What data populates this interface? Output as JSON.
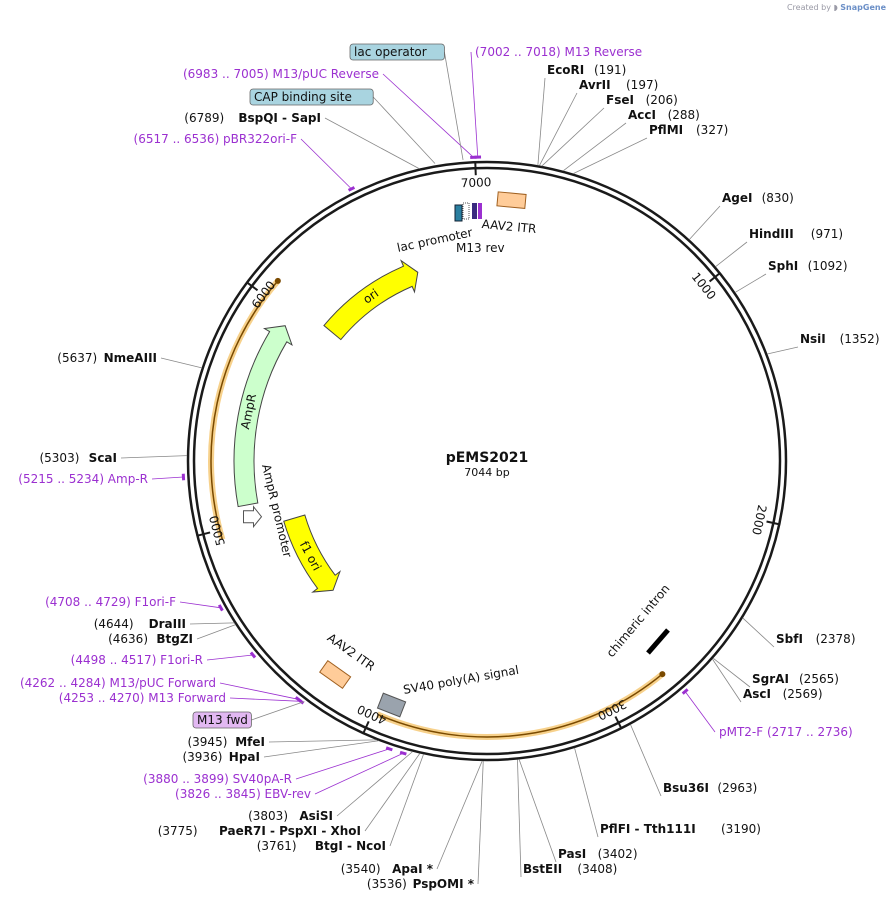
{
  "watermark": {
    "prefix": "Created by",
    "brand": "SnapGene"
  },
  "plasmid": {
    "name": "pEMS2021",
    "length_label": "7044 bp",
    "length": 7044
  },
  "colors": {
    "backbone": "#1a1a1a",
    "primer": "#9b30d0",
    "ori": "#ffff00",
    "ampr": "#ccffcc",
    "itr": "#ffcc99",
    "lac": "#2a7fa0",
    "polyA": "#9aa3ad",
    "orange_band": "#f2b33d"
  },
  "ticks": [
    {
      "pos": 1000,
      "label": "1000"
    },
    {
      "pos": 2000,
      "label": "2000"
    },
    {
      "pos": 3000,
      "label": "3000"
    },
    {
      "pos": 4000,
      "label": "4000"
    },
    {
      "pos": 5000,
      "label": "5000"
    },
    {
      "pos": 6000,
      "label": "6000"
    },
    {
      "pos": 7000,
      "label": "7000"
    }
  ],
  "features": [
    {
      "name": "ori",
      "label": "ori",
      "start": 6060,
      "end": 6650,
      "type": "ori",
      "strand": 1
    },
    {
      "name": "AmpR",
      "label": "AmpR",
      "start": 5080,
      "end": 5945,
      "type": "ampr",
      "strand": 1
    },
    {
      "name": "AmpR promoter",
      "label": "AmpR promoter",
      "start": 4970,
      "end": 5075,
      "type": "promoter",
      "strand": 1
    },
    {
      "name": "f1 ori",
      "label": "f1 ori",
      "start": 4500,
      "end": 4960,
      "type": "ori",
      "strand": -1
    },
    {
      "name": "AAV2 ITR",
      "label": "AAV2 ITR",
      "start": 40,
      "end": 170,
      "type": "itr",
      "strand": 0
    },
    {
      "name": "AAV2 ITR",
      "label": "AAV2 ITR",
      "start": 4150,
      "end": 4280,
      "type": "itr",
      "strand": 0
    },
    {
      "name": "SV40 poly(A) signal",
      "label": "SV40 poly(A) signal",
      "start": 3880,
      "end": 4000,
      "type": "polyA",
      "strand": 0
    },
    {
      "name": "chimeric intron",
      "label": "chimeric intron",
      "start": 2560,
      "end": 2690,
      "type": "intron",
      "strand": 0
    },
    {
      "name": "lac promoter",
      "label": "lac promoter",
      "start": 6890,
      "end": 6920,
      "type": "lac",
      "strand": 0
    },
    {
      "name": "M13 rev",
      "label": "M13 rev",
      "start": 6985,
      "end": 7010,
      "type": "lac2",
      "strand": 0
    }
  ],
  "orange_bands": [
    {
      "start": 2750,
      "end": 3980,
      "strand": -1
    },
    {
      "start": 4960,
      "end": 6080,
      "strand": 1
    }
  ],
  "sites": [
    {
      "name": "EcoRI",
      "pos_label": "(191)",
      "pos": 191,
      "side": "right"
    },
    {
      "name": "AvrII",
      "pos_label": "(197)",
      "pos": 197,
      "side": "right"
    },
    {
      "name": "FseI",
      "pos_label": "(206)",
      "pos": 206,
      "side": "right"
    },
    {
      "name": "AccI",
      "pos_label": "(288)",
      "pos": 288,
      "side": "right"
    },
    {
      "name": "PflMI",
      "pos_label": "(327)",
      "pos": 327,
      "side": "right"
    },
    {
      "name": "AgeI",
      "pos_label": "(830)",
      "pos": 830,
      "side": "right"
    },
    {
      "name": "HindIII",
      "pos_label": "(971)",
      "pos": 971,
      "side": "right"
    },
    {
      "name": "SphI",
      "pos_label": "(1092)",
      "pos": 1092,
      "side": "right"
    },
    {
      "name": "NsiI",
      "pos_label": "(1352)",
      "pos": 1352,
      "side": "right"
    },
    {
      "name": "SbfI",
      "pos_label": "(2378)",
      "pos": 2378,
      "side": "right"
    },
    {
      "name": "SgrAI",
      "pos_label": "(2565)",
      "pos": 2565,
      "side": "right"
    },
    {
      "name": "AscI",
      "pos_label": "(2569)",
      "pos": 2569,
      "side": "right"
    },
    {
      "name": "Bsu36I",
      "pos_label": "(2963)",
      "pos": 2963,
      "side": "right"
    },
    {
      "name": "PflFI - Tth111I",
      "pos_label": "(3190)",
      "pos": 3190,
      "side": "right"
    },
    {
      "name": "PasI",
      "pos_label": "(3402)",
      "pos": 3402,
      "side": "right"
    },
    {
      "name": "BstEII",
      "pos_label": "(3408)",
      "pos": 3408,
      "side": "right"
    },
    {
      "name": "ApaI *",
      "pos_label": "(3540)",
      "pos": 3540,
      "side": "left"
    },
    {
      "name": "PspOMI *",
      "pos_label": "(3536)",
      "pos": 3536,
      "side": "left"
    },
    {
      "name": "BtgI - NcoI",
      "pos_label": "(3761)",
      "pos": 3761,
      "side": "left"
    },
    {
      "name": "PaeR7I - PspXI - XhoI",
      "pos_label": "(3775)",
      "pos": 3775,
      "side": "left"
    },
    {
      "name": "AsiSI",
      "pos_label": "(3803)",
      "pos": 3803,
      "side": "left"
    },
    {
      "name": "HpaI",
      "pos_label": "(3936)",
      "pos": 3936,
      "side": "left"
    },
    {
      "name": "MfeI",
      "pos_label": "(3945)",
      "pos": 3945,
      "side": "left"
    },
    {
      "name": "BtgZI",
      "pos_label": "(4636)",
      "pos": 4636,
      "side": "left"
    },
    {
      "name": "DraIII",
      "pos_label": "(4644)",
      "pos": 4644,
      "side": "left"
    },
    {
      "name": "ScaI",
      "pos_label": "(5303)",
      "pos": 5303,
      "side": "left"
    },
    {
      "name": "NmeAIII",
      "pos_label": "(5637)",
      "pos": 5637,
      "side": "left"
    },
    {
      "name": "BspQI - SapI",
      "pos_label": "(6789)",
      "pos": 6789,
      "side": "left"
    }
  ],
  "primers": [
    {
      "label": "(7002 .. 7018)  M13 Reverse",
      "pos": 7010
    },
    {
      "label": "(6983 .. 7005)  M13/pUC Reverse",
      "pos": 6994
    },
    {
      "label": "(6517 .. 6536)  pBR322ori-F",
      "pos": 6526
    },
    {
      "label": "(5215 .. 5234)  Amp-R",
      "pos": 5224
    },
    {
      "label": "(4708 .. 4729)  F1ori-F",
      "pos": 4718
    },
    {
      "label": "(4498 .. 4517)  F1ori-R",
      "pos": 4507
    },
    {
      "label": "(4262 .. 4284)  M13/pUC Forward",
      "pos": 4273
    },
    {
      "label": "(4253 .. 4270)  M13 Forward",
      "pos": 4261
    },
    {
      "label": "(3880 .. 3899)  SV40pA-R",
      "pos": 3889
    },
    {
      "label": "(3826 .. 3845)  EBV-rev",
      "pos": 3835
    },
    {
      "label": "pMT2-F  (2717 .. 2736)",
      "pos": 2726
    }
  ],
  "boxed_labels": [
    {
      "text": "lac operator",
      "pos": 6955,
      "kind": "blue"
    },
    {
      "text": "CAP binding site",
      "pos": 6850,
      "kind": "blue"
    },
    {
      "text": "M13 fwd",
      "pos": 4250,
      "kind": "purple"
    }
  ]
}
